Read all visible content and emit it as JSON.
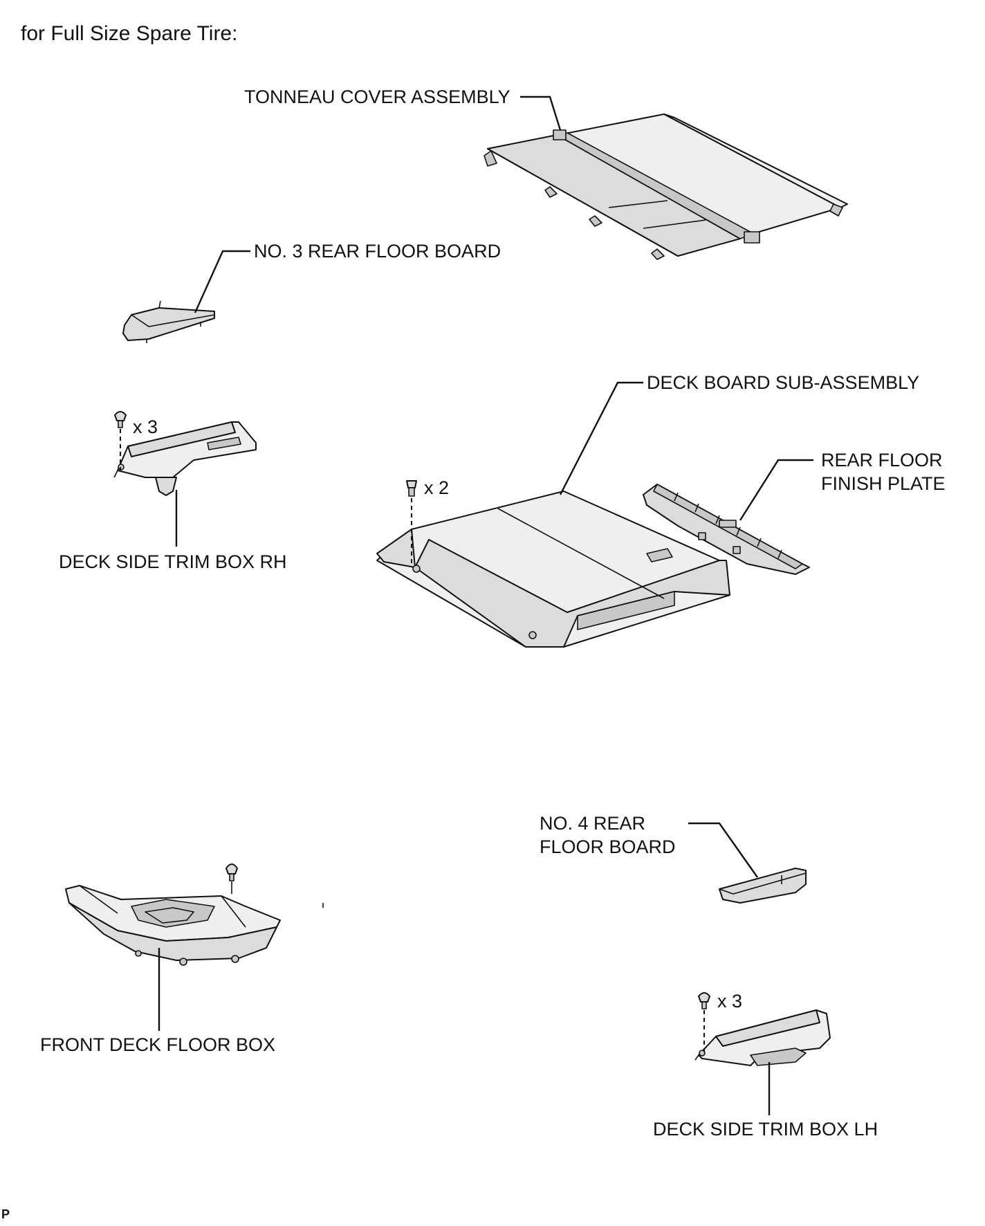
{
  "heading": "for Full Size Spare Tire:",
  "parts": {
    "tonneau_cover": "TONNEAU COVER ASSEMBLY",
    "no3_rear_floor_board": "NO. 3 REAR FLOOR BOARD",
    "deck_board": "DECK BOARD SUB-ASSEMBLY",
    "rear_floor_finish_plate_line1": "REAR FLOOR",
    "rear_floor_finish_plate_line2": "FINISH PLATE",
    "deck_side_trim_box_rh": "DECK SIDE TRIM BOX RH",
    "no4_rear_floor_board_line1": "NO. 4 REAR",
    "no4_rear_floor_board_line2": "FLOOR BOARD",
    "front_deck_floor_box": "FRONT DECK FLOOR BOX",
    "deck_side_trim_box_lh": "DECK SIDE TRIM BOX LH"
  },
  "fasteners": {
    "rh_clips": "x 3",
    "deck_bolts": "x 2",
    "lh_clips": "x 3"
  },
  "footer_mark": "P"
}
